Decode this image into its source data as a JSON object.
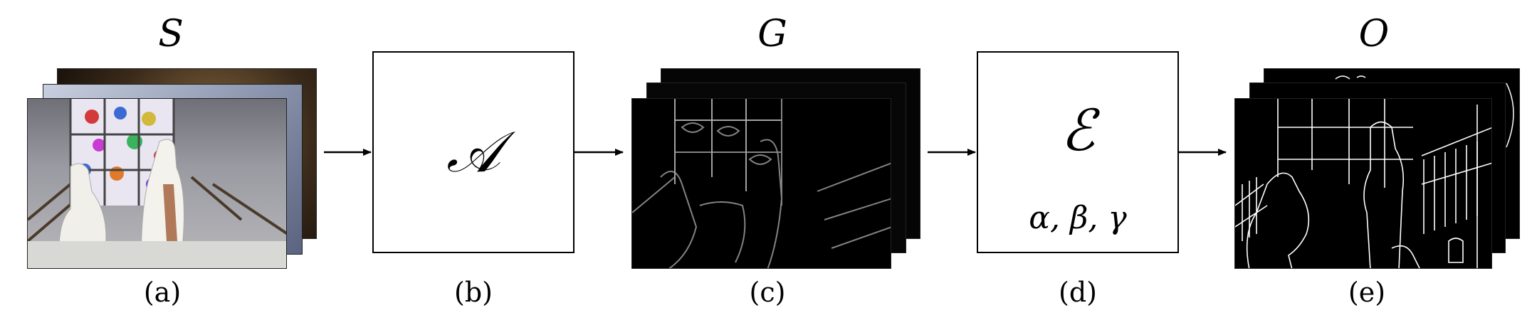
{
  "stages": [
    {
      "symbol": "S",
      "caption": "(a)"
    },
    {
      "symbol": "",
      "caption": "(b)"
    },
    {
      "symbol": "G",
      "caption": "(c)"
    },
    {
      "symbol": "",
      "caption": "(d)"
    },
    {
      "symbol": "O",
      "caption": "(e)"
    }
  ],
  "boxes": {
    "a": {
      "symbol": "𝒜"
    },
    "e": {
      "symbol": "ℰ",
      "params": "α, β, γ"
    }
  }
}
